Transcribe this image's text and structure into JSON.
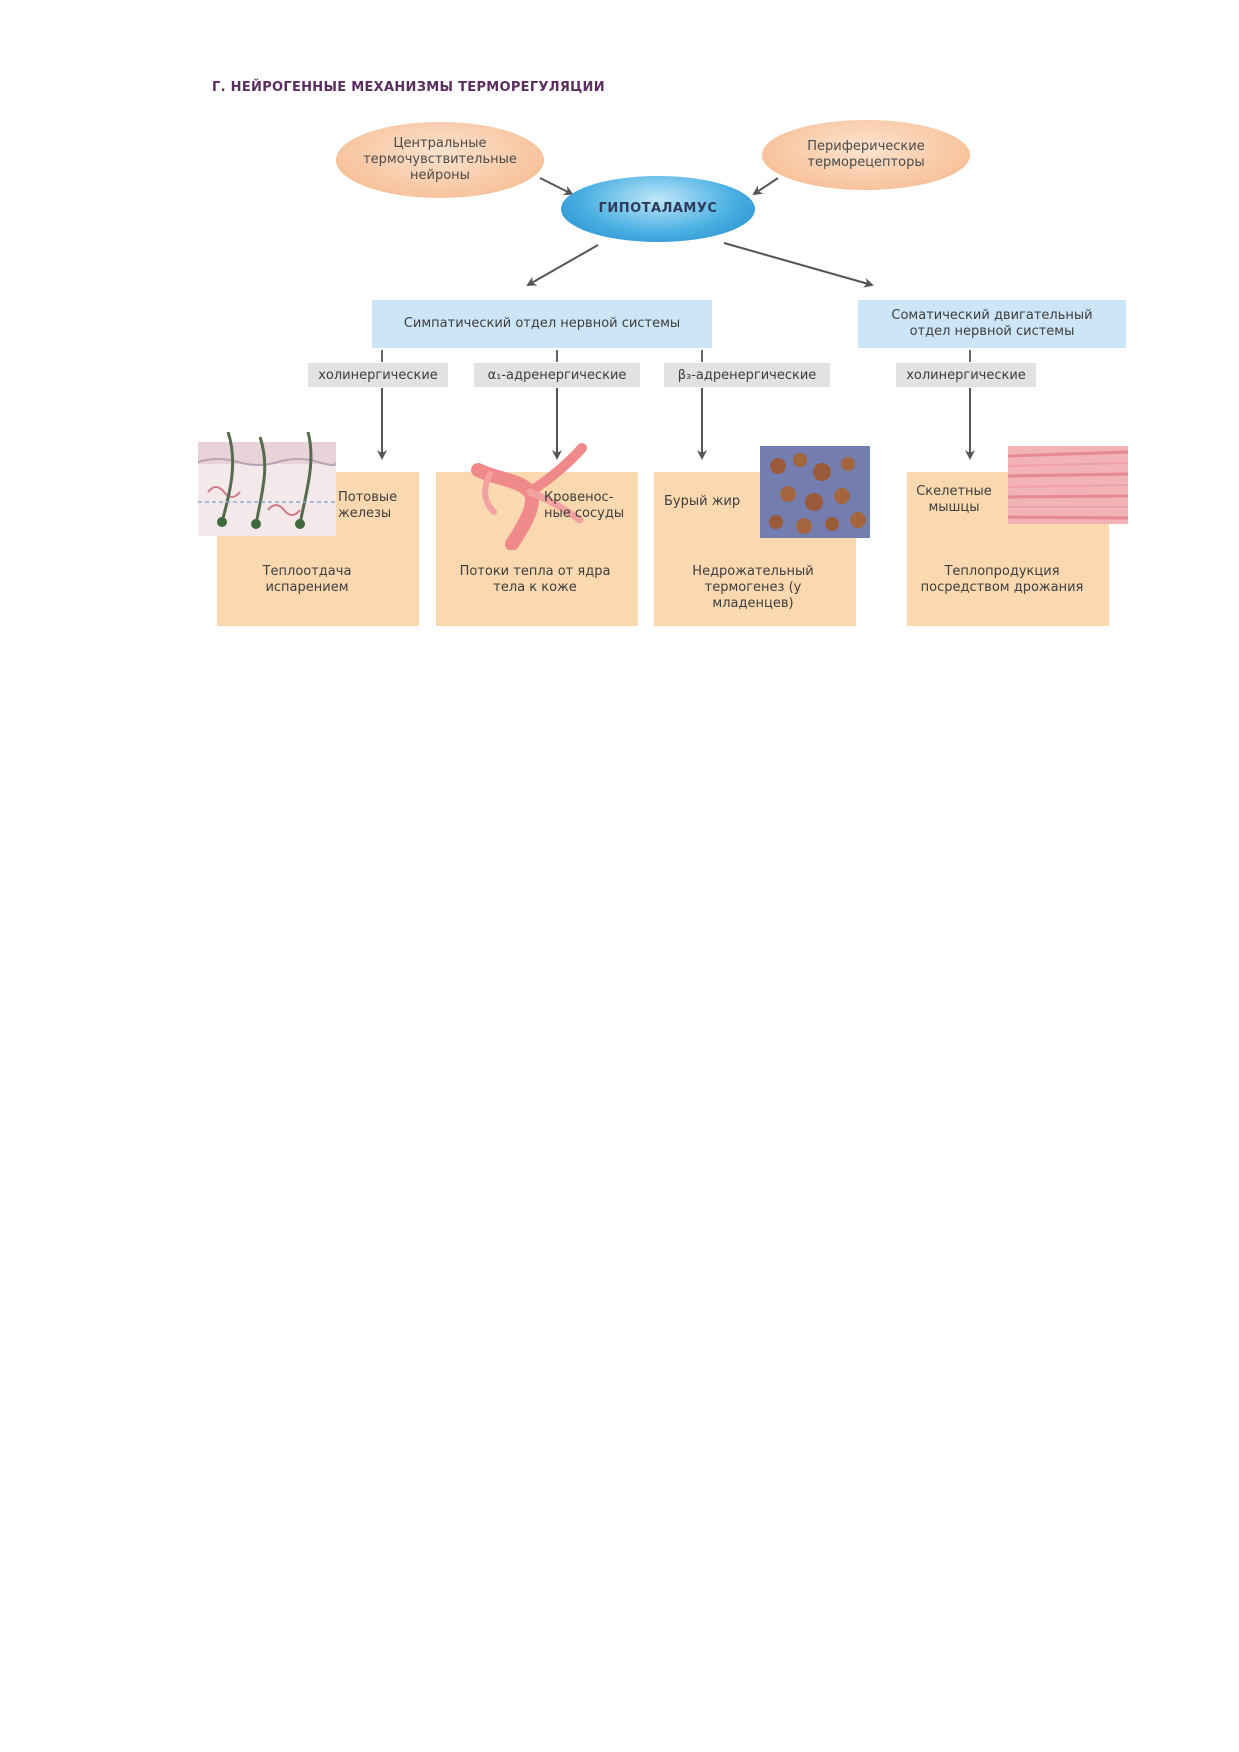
{
  "title": "Г. НЕЙРОГЕННЫЕ МЕХАНИЗМЫ ТЕРМОРЕГУЛЯЦИИ",
  "inputs": {
    "central": "Центральные термочувствительные нейроны",
    "peripheral": "Периферические терморецепторы"
  },
  "hub": "ГИПОТАЛАМУС",
  "divisions": {
    "sympathetic": "Симпатический отдел нервной системы",
    "somatic": "Соматический двигательный отдел нервной системы"
  },
  "receptors": [
    {
      "label": "холинергические"
    },
    {
      "label": "α₁-адренергические"
    },
    {
      "label": "β₃-адренергические"
    },
    {
      "label": "холинергические"
    }
  ],
  "targets": [
    {
      "organ": "Потовые железы",
      "effect": "Теплоотдача испарением"
    },
    {
      "organ": "Кровенос-ные сосуды",
      "effect": "Потоки тепла от ядра тела к коже"
    },
    {
      "organ": "Бурый жир",
      "effect": "Недрожательный термогенез (у младенцев)"
    },
    {
      "organ": "Скелетные мышцы",
      "effect": "Теплопродукция посредством дрожания"
    }
  ],
  "colors": {
    "title": "#5a2e5e",
    "ellipse_orange": "#f7c39c",
    "hub_blue": "#4ab0e3",
    "division_box": "#cde6f7",
    "receptor_label": "#e2e2e4",
    "target_box": "#fbd9b0",
    "arrow": "#555555"
  },
  "icons": [
    "skin-illustration",
    "blood-vessel-illustration",
    "brown-fat-micrograph",
    "muscle-micrograph"
  ]
}
